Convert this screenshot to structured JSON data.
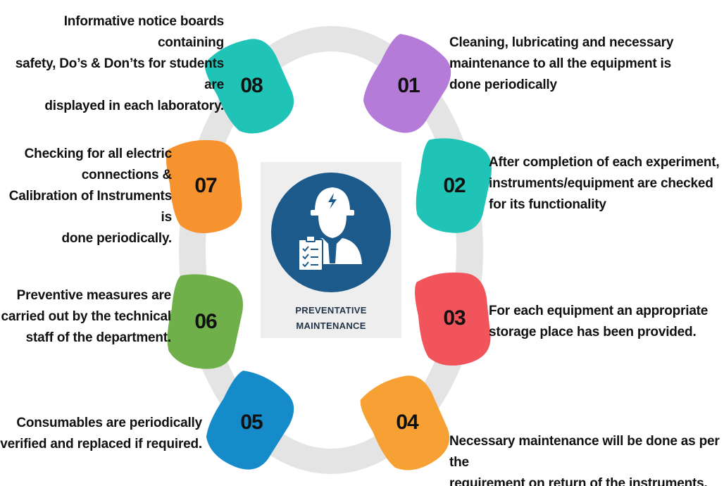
{
  "center": {
    "label_line1": "PREVENTATIVE",
    "label_line2": "MAINTENANCE",
    "icon": "engineer-helmet-clipboard-icon",
    "icon_color": "#1b5a8a"
  },
  "ring_color": "#e4e4e4",
  "steps": [
    {
      "number": "01",
      "text": "Cleaning, lubricating and necessary\nmaintenance to all the equipment is\ndone periodically",
      "color": "#b57bd8"
    },
    {
      "number": "02",
      "text": "After completion of each experiment,\ninstruments/equipment  are checked\nfor its functionality",
      "color": "#1fc4b7"
    },
    {
      "number": "03",
      "text": "For each equipment an appropriate\nstorage place has been provided.",
      "color": "#f2545b"
    },
    {
      "number": "04",
      "text": "Necessary maintenance will be done as per the\nrequirement  on return of the instruments.",
      "color": "#f7a134"
    },
    {
      "number": "05",
      "text": "Consumables are periodically\nverified and replaced  if required.",
      "color": "#168bc9"
    },
    {
      "number": "06",
      "text": "Preventive  measures are\ncarried out by the technical\nstaff of the department.",
      "color": "#6fb04a"
    },
    {
      "number": "07",
      "text": "Checking for all electric\nconnections &\nCalibration of Instruments is\ndone periodically.",
      "color": "#f7932f"
    },
    {
      "number": "08",
      "text": "Informative notice boards containing\nsafety, Do’s & Don’ts for students are\ndisplayed in each laboratory.",
      "color": "#1fc4b7"
    }
  ]
}
